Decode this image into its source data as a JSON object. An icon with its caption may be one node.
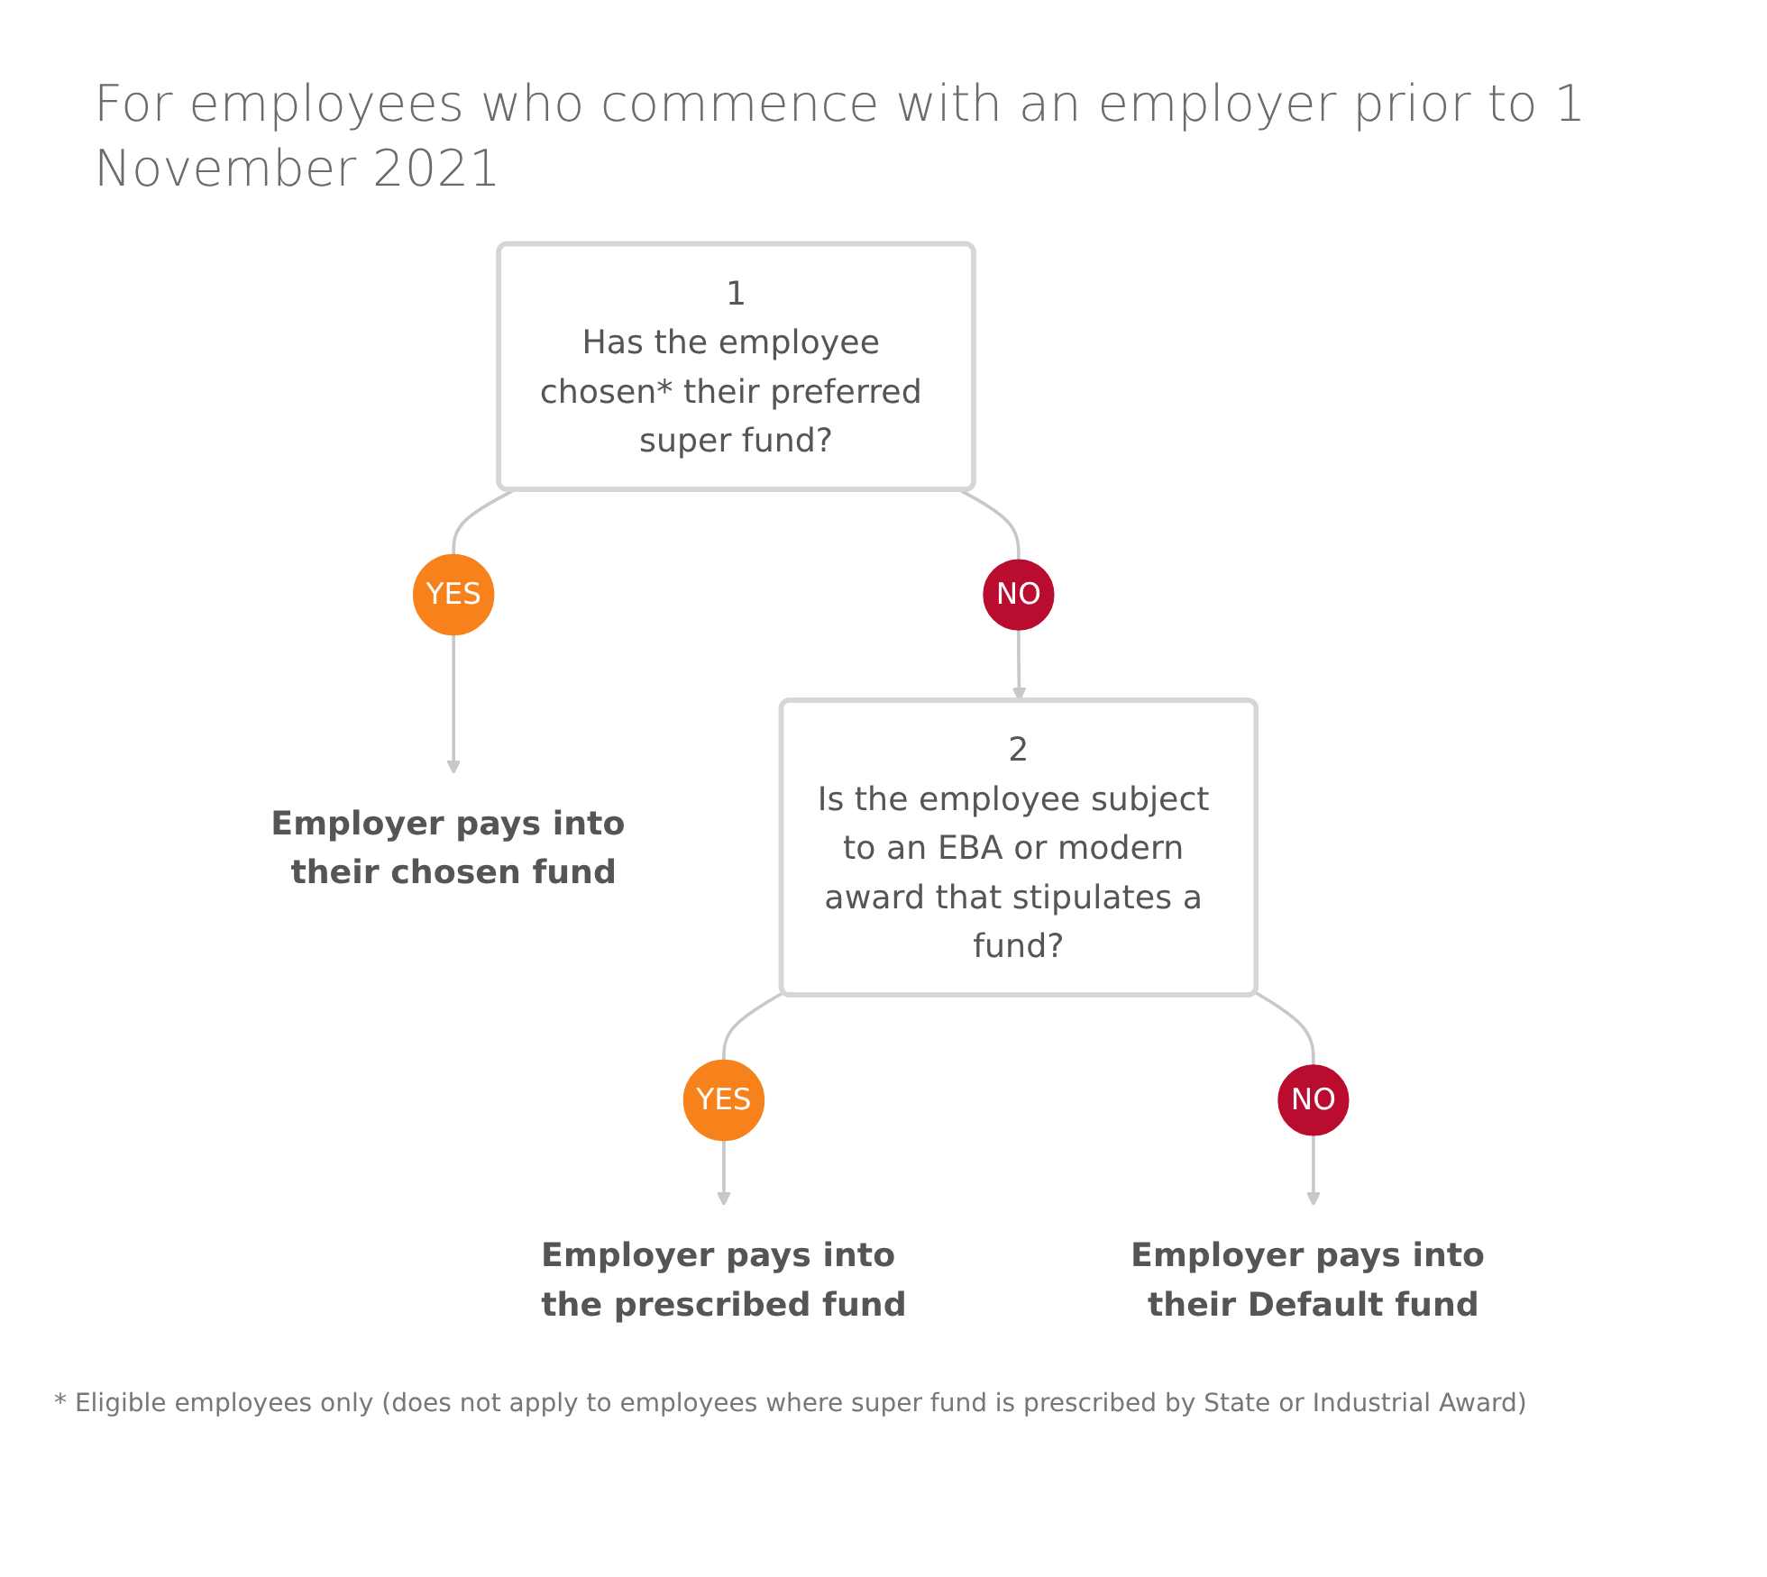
{
  "diagram": {
    "title": "For employees who commence with an employer prior to 1 November 2021",
    "nodes": [
      {
        "text": [
          "1",
          "Has the employee chosen* their preferred super fund?"
        ]
      },
      {
        "text": [
          "YES"
        ]
      },
      {
        "text": [
          "Employer pays into their chosen fund"
        ]
      },
      {
        "text": [
          "NO"
        ]
      },
      {
        "text": [
          "2",
          "Is the employee subject to an EBA or modern award that stipulates a fund?"
        ]
      },
      {
        "text": [
          "YES"
        ]
      },
      {
        "text": [
          "Employer pays into the prescribed fund"
        ]
      },
      {
        "text": [
          "NO"
        ]
      },
      {
        "text": [
          "Employer pays into their Default fund"
        ]
      }
    ],
    "edges": [
      {
        "from": 0,
        "to": 1,
        "arrow": "none"
      },
      {
        "from": 1,
        "to": 2,
        "arrow": "to"
      },
      {
        "from": 0,
        "to": 3,
        "arrow": "none"
      },
      {
        "from": 3,
        "to": 4,
        "arrow": "to"
      },
      {
        "from": 4,
        "to": 5,
        "arrow": "none"
      },
      {
        "from": 5,
        "to": 6,
        "arrow": "to"
      },
      {
        "from": 4,
        "to": 7,
        "arrow": "none"
      },
      {
        "from": 7,
        "to": 8,
        "arrow": "to"
      }
    ],
    "labels": [
      "* Eligible employees only (does not apply to employees where super fund is prescribed by State or Industrial Award)"
    ]
  }
}
